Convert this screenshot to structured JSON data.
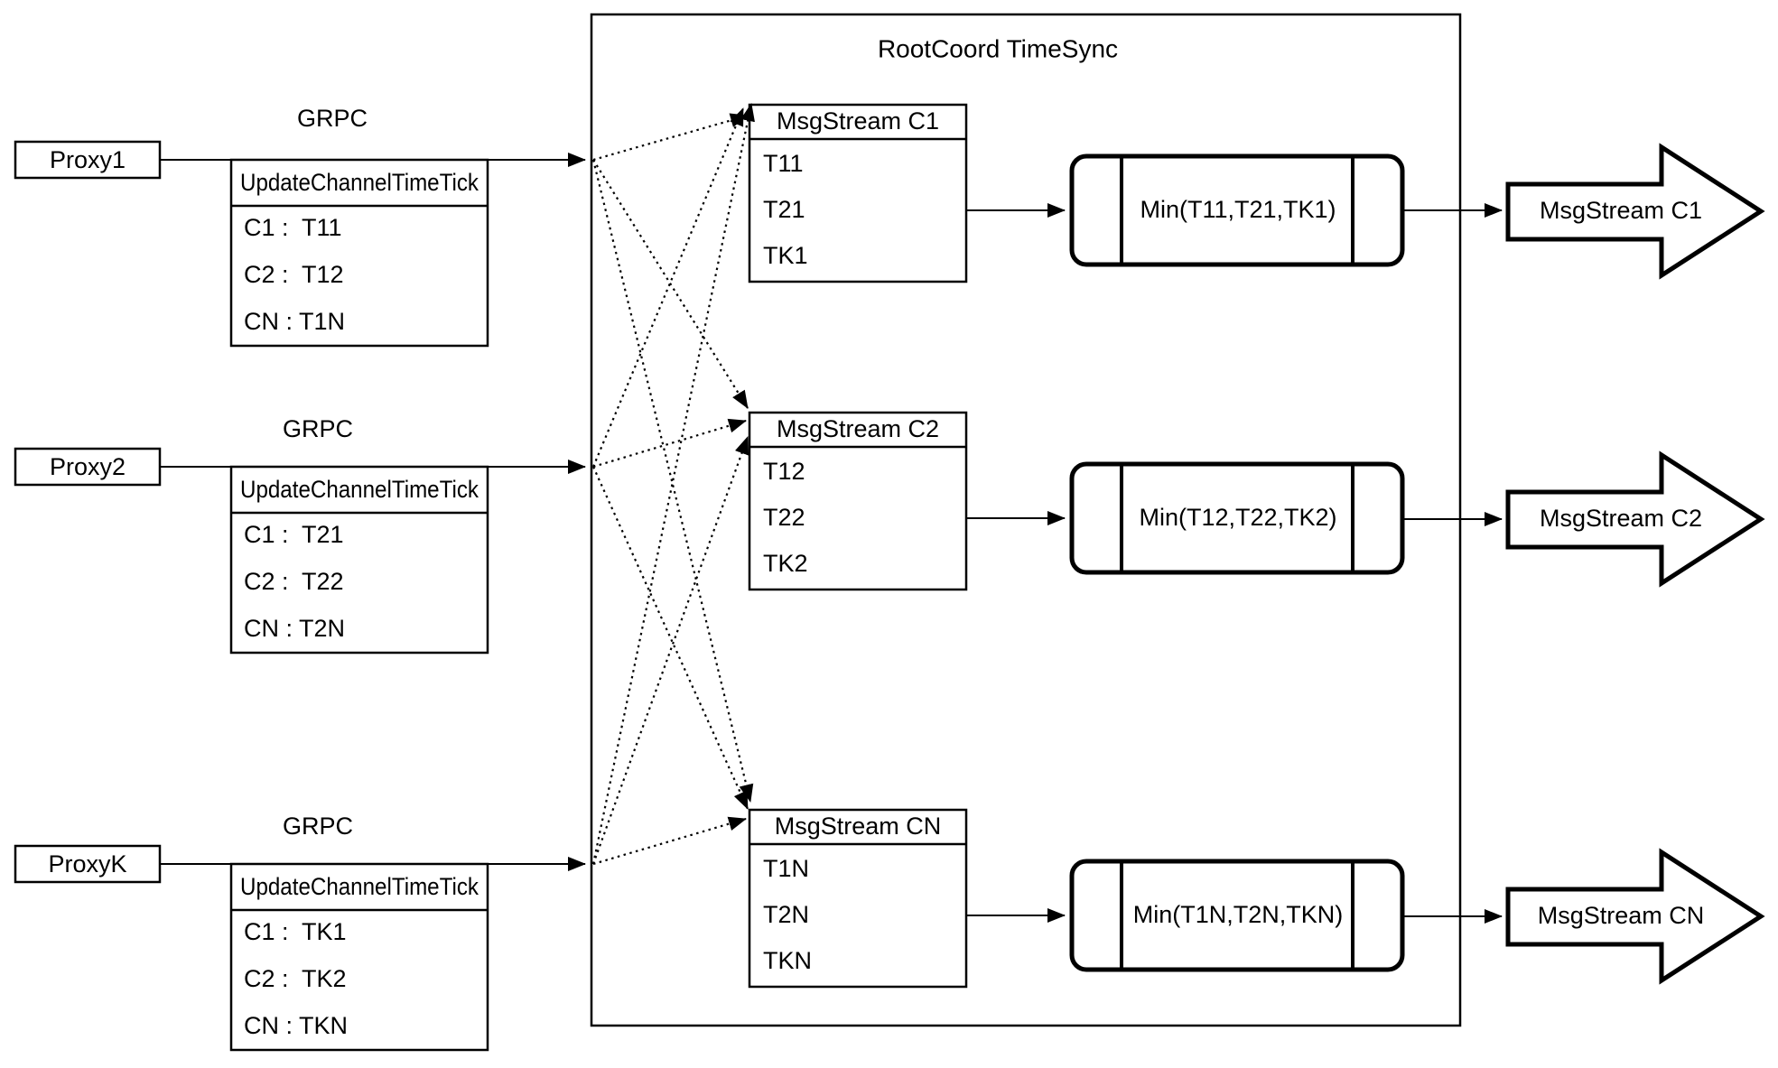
{
  "title": "RootCoord TimeSync",
  "colors": {
    "ink": "#000000",
    "paper": "#ffffff"
  },
  "rows": [
    {
      "proxy_label": "Proxy1",
      "grpc_label": "GRPC",
      "update_table": {
        "header": "UpdateChannelTimeTick",
        "entries": [
          "C1 :  T11",
          "C2 :  T12",
          "CN : T1N"
        ]
      },
      "msgstream_table": {
        "header": "MsgStream C1",
        "entries": [
          "T11",
          "T21",
          "TK1"
        ]
      },
      "min_label": "Min(T11,T21,TK1)",
      "output_arrow_label": "MsgStream C1"
    },
    {
      "proxy_label": "Proxy2",
      "grpc_label": "GRPC",
      "update_table": {
        "header": "UpdateChannelTimeTick",
        "entries": [
          "C1 :  T21",
          "C2 :  T22",
          "CN : T2N"
        ]
      },
      "msgstream_table": {
        "header": "MsgStream C2",
        "entries": [
          "T12",
          "T22",
          "TK2"
        ]
      },
      "min_label": "Min(T12,T22,TK2)",
      "output_arrow_label": "MsgStream C2"
    },
    {
      "proxy_label": "ProxyK",
      "grpc_label": "GRPC",
      "update_table": {
        "header": "UpdateChannelTimeTick",
        "entries": [
          "C1 :  TK1",
          "C2 :  TK2",
          "CN : TKN"
        ]
      },
      "msgstream_table": {
        "header": "MsgStream CN",
        "entries": [
          "T1N",
          "T2N",
          "TKN"
        ]
      },
      "min_label": "Min(T1N,T2N,TKN)",
      "output_arrow_label": "MsgStream CN"
    }
  ]
}
